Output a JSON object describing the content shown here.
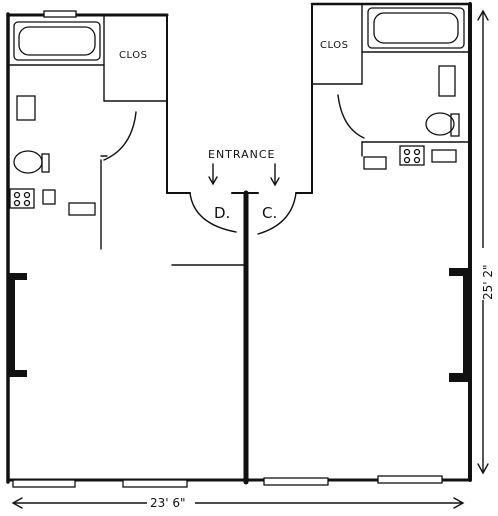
{
  "labels": {
    "closet_left": "CLOS",
    "closet_right": "CLOS",
    "entrance": "ENTRANCE",
    "unit_d": "D.",
    "unit_c": "C."
  },
  "dimensions": {
    "width": "23' 6\"",
    "height": "25' 2\""
  }
}
